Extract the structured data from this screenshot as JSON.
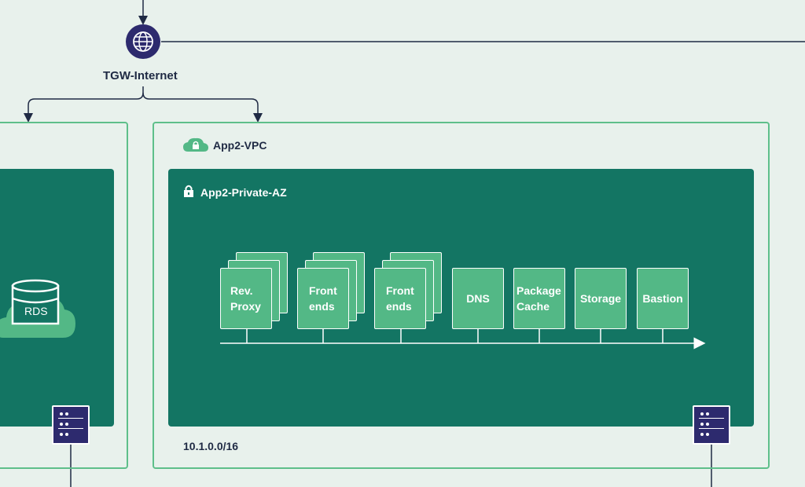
{
  "gateway": {
    "label": "TGW-Internet",
    "icon": "globe-icon"
  },
  "left_vpc": {
    "db_label": "RDS",
    "icon": "database-cloud-icon"
  },
  "app_vpc": {
    "label": "App2-VPC",
    "cidr": "10.1.0.0/16",
    "az": {
      "label": "App2-Private-AZ",
      "services": [
        {
          "line1": "Rev.",
          "line2": "Proxy"
        },
        {
          "line1": "Front",
          "line2": "ends"
        },
        {
          "line1": "Front",
          "line2": "ends"
        },
        {
          "line1": "DNS"
        },
        {
          "line1": "Package",
          "line2": "Cache"
        },
        {
          "line1": "Storage"
        },
        {
          "line1": "Bastion"
        }
      ]
    }
  },
  "colors": {
    "background": "#e8f1ec",
    "vpc_border": "#5ebf8a",
    "az_fill": "#137563",
    "service_fill": "#53b886",
    "navy": "#2d2a6e",
    "text_dark": "#1f2a44"
  }
}
